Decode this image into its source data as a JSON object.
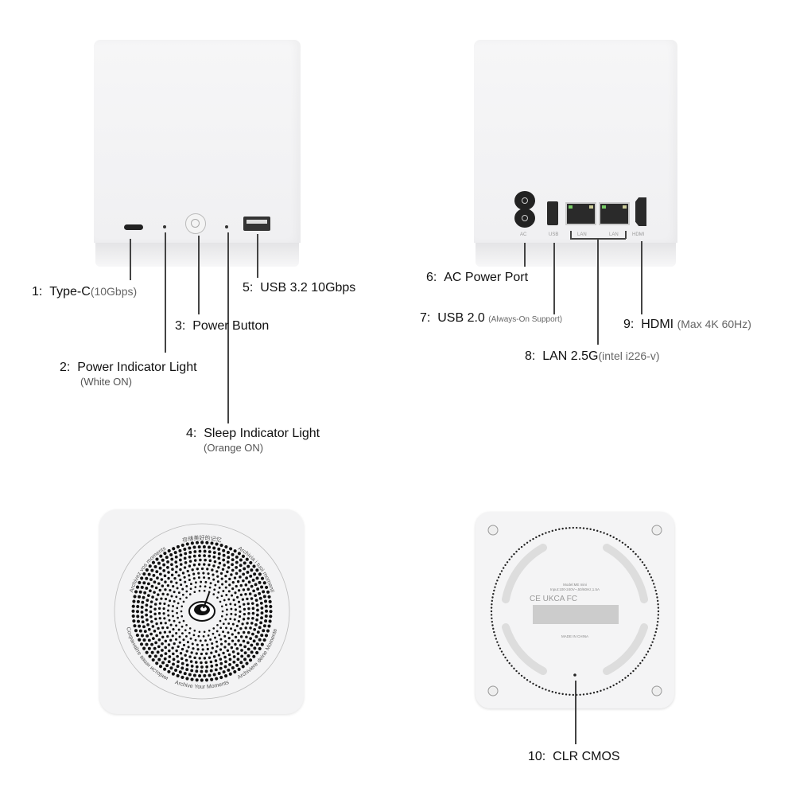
{
  "front_view": {
    "callouts": [
      {
        "num": "1:",
        "label": "Type-C",
        "note": "(10Gbps)"
      },
      {
        "num": "2:",
        "label": "Power Indicator Light",
        "note": "(White ON)"
      },
      {
        "num": "3:",
        "label": "Power Button",
        "note": ""
      },
      {
        "num": "4:",
        "label": "Sleep Indicator Light",
        "note": "(Orange ON)"
      },
      {
        "num": "5:",
        "label": "USB 3.2 10Gbps",
        "note": ""
      }
    ]
  },
  "back_view": {
    "port_labels": [
      "AC",
      "USB",
      "LAN",
      "LAN",
      "HDMI"
    ],
    "callouts": [
      {
        "num": "6:",
        "label": "AC Power Port",
        "note": ""
      },
      {
        "num": "7:",
        "label": "USB 2.0",
        "note": "(Always-On Support)"
      },
      {
        "num": "8:",
        "label": "LAN 2.5G",
        "note": "(intel i226-v)"
      },
      {
        "num": "9:",
        "label": "HDMI",
        "note": "(Max 4K 60Hz)"
      }
    ]
  },
  "top_view": {
    "ring_text": [
      "存储美好的记忆",
      "Archivia i tuoi momenti",
      "Archiviere deine Momente",
      "Archive Your Moments",
      "Сохраняйте ваши истории",
      "Archivez vos moments"
    ]
  },
  "bottom_view": {
    "model": "Model:ME mini",
    "input": "Input:100-240V~,50/60Hz,1.5A",
    "marks": "CE UKCA FC",
    "made_in": "MADE IN CHINA",
    "callout": {
      "num": "10:",
      "label": "CLR CMOS"
    }
  }
}
